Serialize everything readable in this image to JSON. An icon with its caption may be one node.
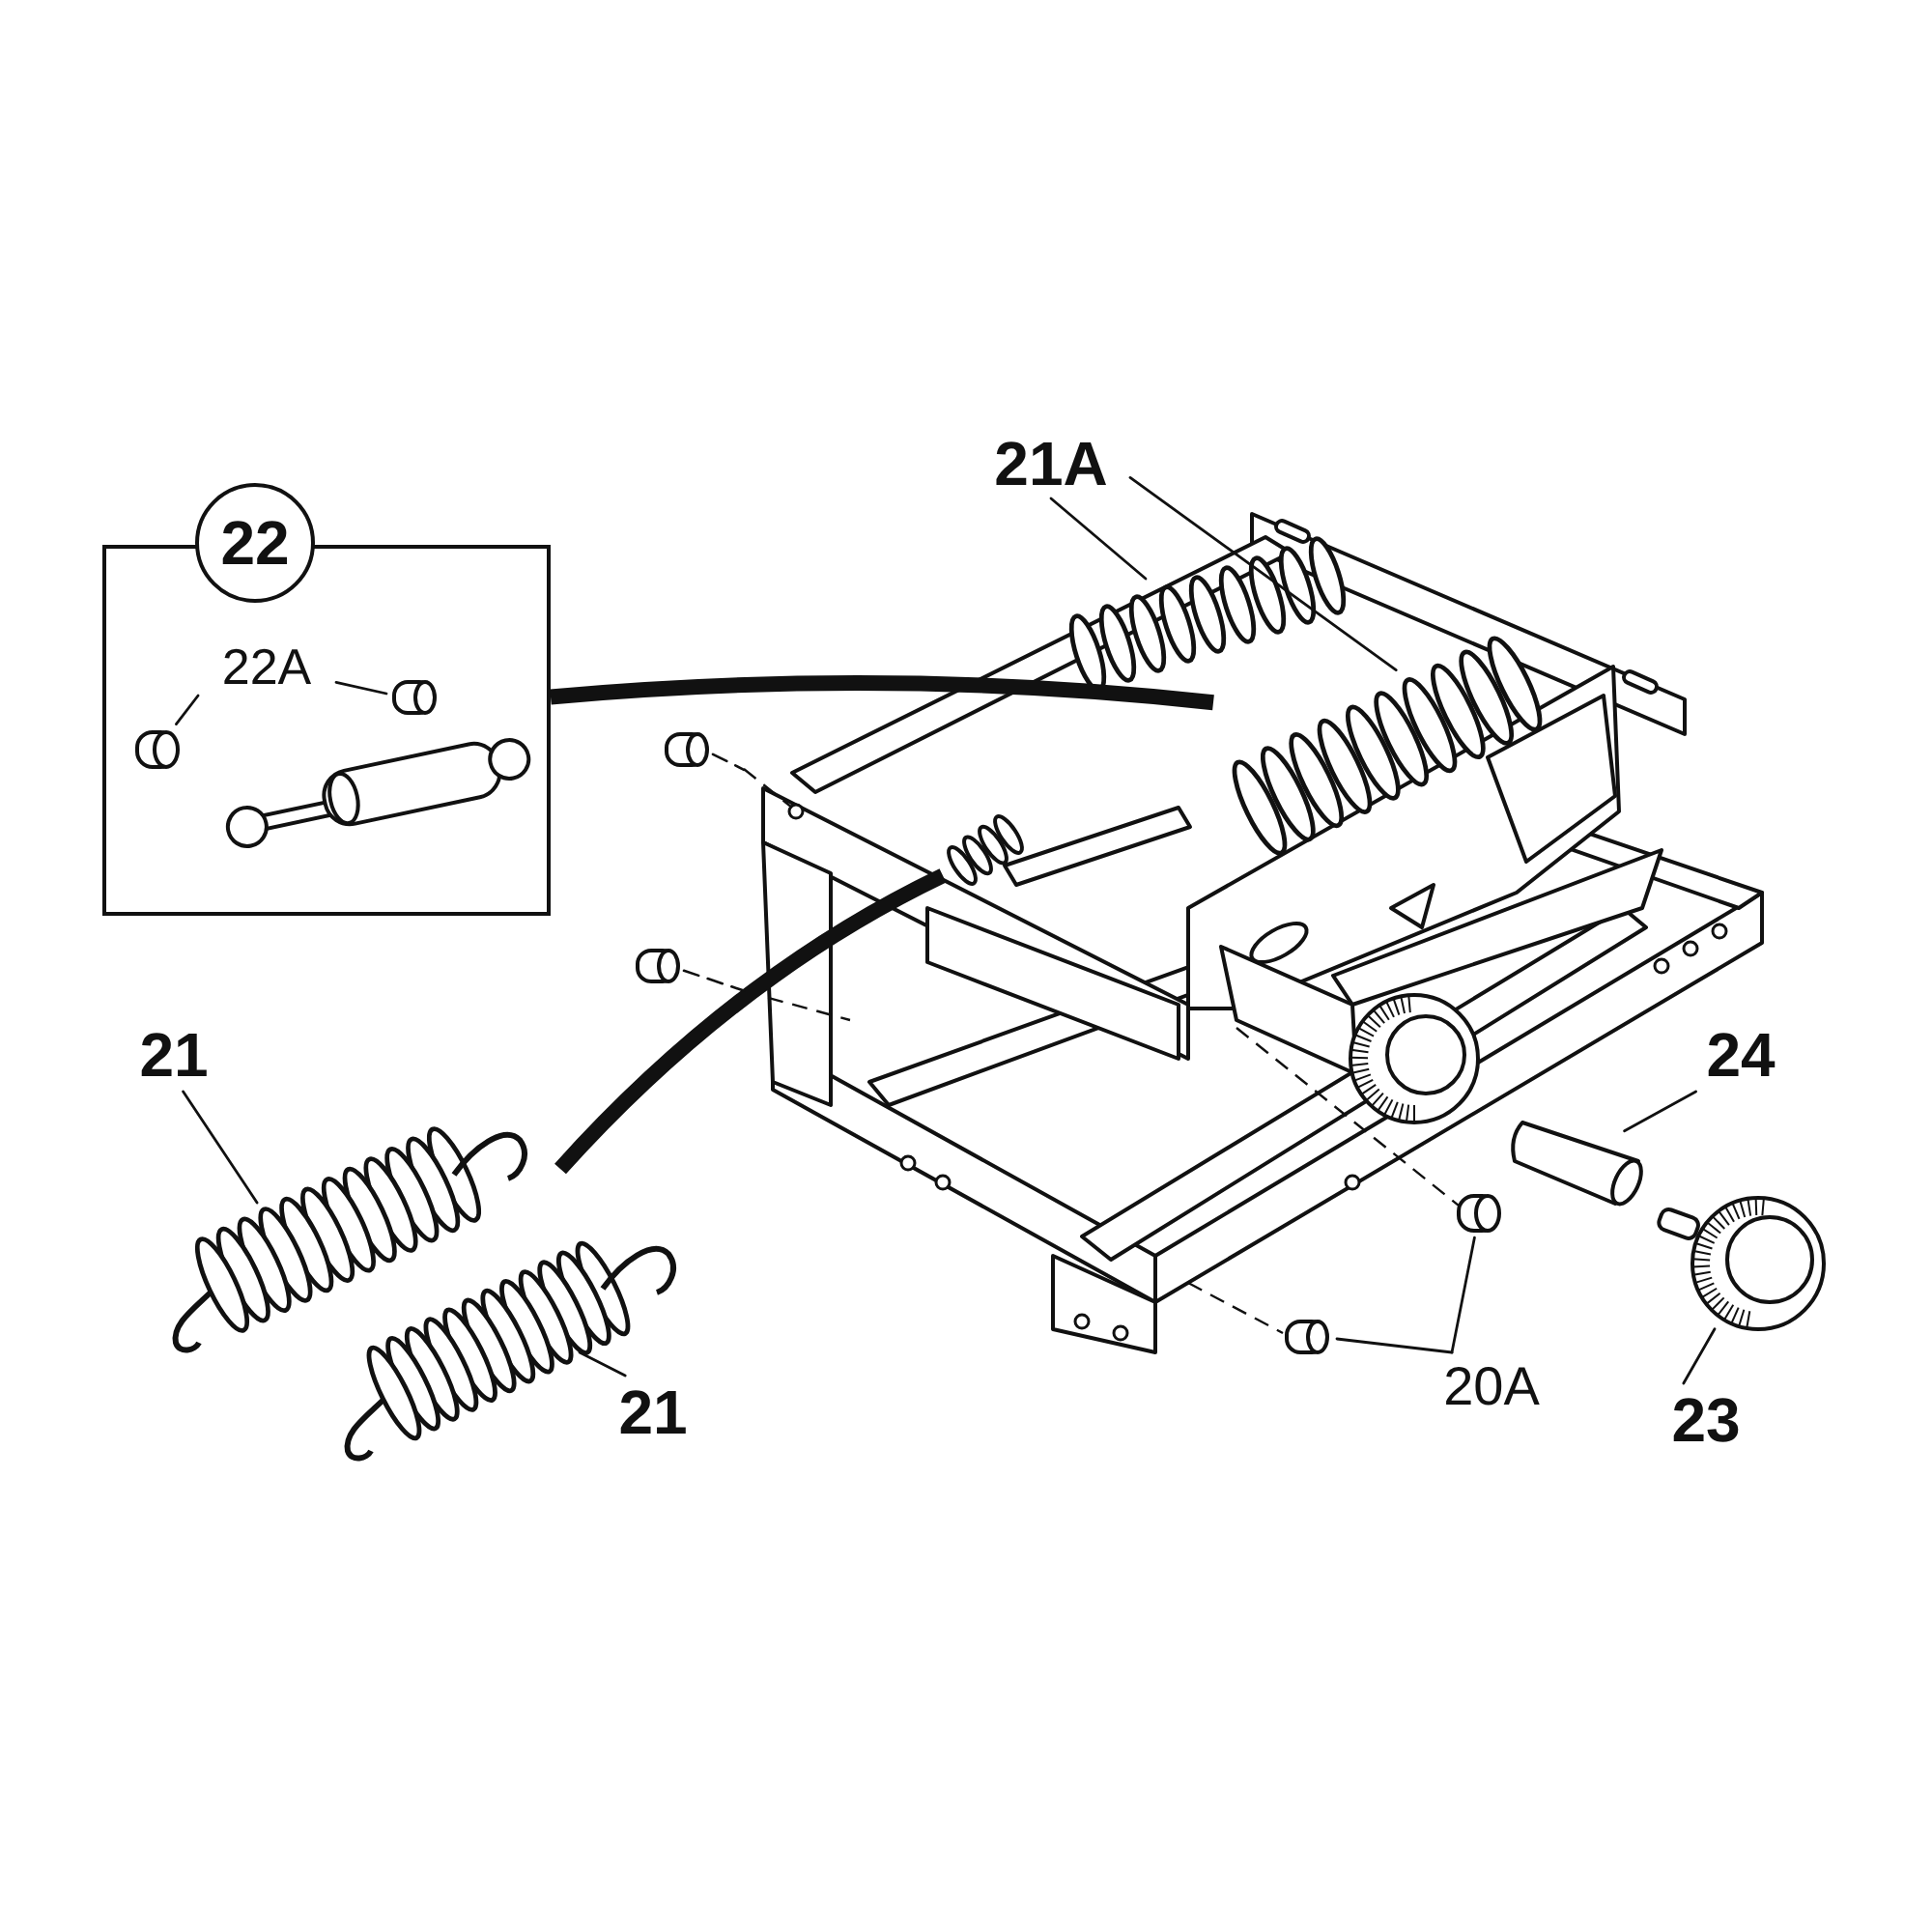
{
  "diagram": {
    "nodes": [
      {
        "text": [
          "22"
        ]
      },
      {
        "text": [
          "22A"
        ],
        "in": 0
      },
      {
        "text": [],
        "shape": "picture",
        "in": 0
      },
      {
        "text": [],
        "shape": "picture",
        "in": 0
      },
      {
        "text": [],
        "shape": "picture",
        "in": 0
      },
      {
        "text": [],
        "shape": "picture"
      },
      {
        "text": [
          "21A"
        ]
      },
      {
        "text": [],
        "shape": "picture",
        "in": 5
      },
      {
        "text": [],
        "shape": "picture",
        "in": 5
      },
      {
        "text": [],
        "shape": "picture",
        "in": 5
      },
      {
        "text": [],
        "shape": "picture"
      },
      {
        "text": [],
        "shape": "picture"
      },
      {
        "text": [
          "21"
        ]
      },
      {
        "text": [],
        "shape": "picture"
      },
      {
        "text": [
          "21"
        ]
      },
      {
        "text": [],
        "shape": "picture"
      },
      {
        "text": [
          "24"
        ]
      },
      {
        "text": [],
        "shape": "picture",
        "in": 5
      },
      {
        "text": [
          "23"
        ]
      },
      {
        "text": [],
        "shape": "picture"
      },
      {
        "text": [
          "20A"
        ]
      },
      {
        "text": [],
        "shape": "picture",
        "in": 5
      },
      {
        "text": [],
        "shape": "picture",
        "in": 5
      }
    ],
    "edges": [
      {
        "from": 1,
        "to": 2,
        "arrow": "none"
      },
      {
        "from": 1,
        "to": 3,
        "arrow": "none"
      },
      {
        "from": 0,
        "to": 8,
        "arrow": "none",
        "style": "thick"
      },
      {
        "from": 9,
        "to": 13,
        "arrow": "none",
        "style": "thick"
      },
      {
        "from": 6,
        "to": 7,
        "arrow": "none"
      },
      {
        "from": 6,
        "to": 8,
        "arrow": "none"
      },
      {
        "from": 12,
        "to": 13,
        "arrow": "none"
      },
      {
        "from": 14,
        "to": 15,
        "arrow": "none"
      },
      {
        "from": 16,
        "to": 17,
        "arrow": "none"
      },
      {
        "from": 18,
        "to": 19,
        "arrow": "none"
      },
      {
        "from": 20,
        "to": 21,
        "arrow": "none"
      },
      {
        "from": 20,
        "to": 22,
        "arrow": "none"
      },
      {
        "from": 10,
        "to": 5,
        "arrow": "none",
        "style": "dashed"
      },
      {
        "from": 11,
        "to": 5,
        "arrow": "none",
        "style": "dashed"
      }
    ]
  }
}
